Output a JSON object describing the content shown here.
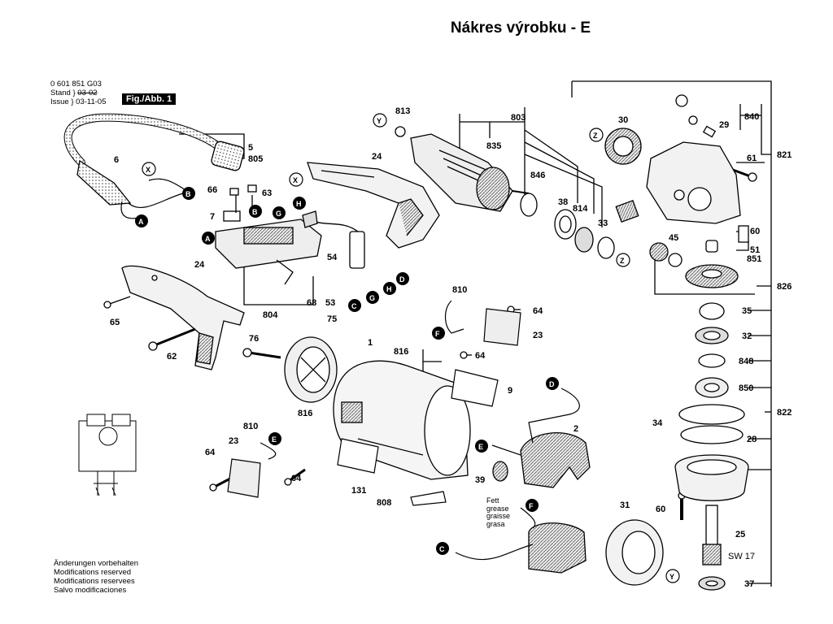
{
  "title": "Nákres výrobku - E",
  "header": {
    "part_no": "0 601 851 G03",
    "stand_label": "Stand",
    "stand_value": "03-02",
    "issue_label": "Issue",
    "issue_value": "03-11-05",
    "fig_label": "Fig./Abb. 1"
  },
  "notes": [
    "Änderungen vorbehalten",
    "Modifications reserved",
    "Modifications reservees",
    "Salvo modificaciones"
  ],
  "grease_note": [
    "Fett",
    "grease",
    "graisse",
    "grasa"
  ],
  "part_labels": {
    "p813": "813",
    "p803": "803",
    "p835": "835",
    "p846": "846",
    "p38": "38",
    "p814": "814",
    "p33": "33",
    "p30": "30",
    "p840": "840",
    "p29": "29",
    "p821": "821",
    "p61": "61",
    "p60": "60",
    "p51": "51",
    "p851": "851",
    "p45": "45",
    "p826": "826",
    "p35": "35",
    "p32": "32",
    "p848": "848",
    "p850": "850",
    "p822": "822",
    "p34": "34",
    "p28": "28",
    "p60b": "60",
    "p25": "25",
    "sw17": "SW 17",
    "p37": "37",
    "p5": "5",
    "p805": "805",
    "p6": "6",
    "p66": "66",
    "p63": "63",
    "p7": "7",
    "p24": "24",
    "p54": "54",
    "p804": "804",
    "p68": "68",
    "p53": "53",
    "p24b": "24",
    "p65": "65",
    "p62": "62",
    "p76": "76",
    "p75": "75",
    "p1": "1",
    "p810": "810",
    "p64": "64",
    "p23": "23",
    "p816": "816",
    "p64b": "64",
    "p9": "9",
    "p810b": "810",
    "p816b": "816",
    "p23b": "23",
    "p64c": "64",
    "p64d": "64",
    "p131": "131",
    "p808": "808",
    "p2": "2",
    "p39": "39",
    "p31": "31"
  },
  "callouts": {
    "a1": "A",
    "a2": "A",
    "b1": "B",
    "b2": "B",
    "c1": "C",
    "c2": "C",
    "d1": "D",
    "d2": "D",
    "e1": "E",
    "e2": "E",
    "f1": "F",
    "f2": "F",
    "g1": "G",
    "g2": "G",
    "h1": "H",
    "h2": "H",
    "x1": "X",
    "x2": "X",
    "y1": "Y",
    "y2": "Y",
    "z1": "Z",
    "z2": "Z"
  }
}
